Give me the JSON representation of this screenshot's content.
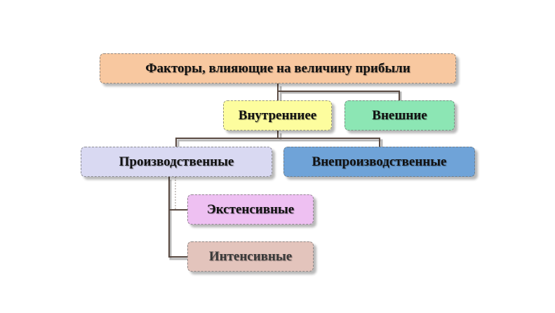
{
  "diagram": {
    "nodes": {
      "root": {
        "label": "Факторы, влияющие на величину прибыли",
        "color": "#f8c8a0"
      },
      "internal": {
        "label": "Внутренниее",
        "color": "#fdfd9e"
      },
      "external": {
        "label": "Внешние",
        "color": "#8ce6b4"
      },
      "production": {
        "label": "Производственные",
        "color": "#d9d9f2"
      },
      "nonproduction": {
        "label": "Внепроизводственные",
        "color": "#6fa3d8"
      },
      "extensive": {
        "label": "Экстенсивные",
        "color": "#eec0f2"
      },
      "intensive": {
        "label": "Интенсивные",
        "color": "#e3c4bc"
      }
    },
    "edges": [
      {
        "from": "root",
        "to": "internal"
      },
      {
        "from": "root",
        "to": "external"
      },
      {
        "from": "internal",
        "to": "production"
      },
      {
        "from": "internal",
        "to": "nonproduction"
      },
      {
        "from": "production",
        "to": "extensive"
      },
      {
        "from": "production",
        "to": "intensive"
      }
    ]
  }
}
